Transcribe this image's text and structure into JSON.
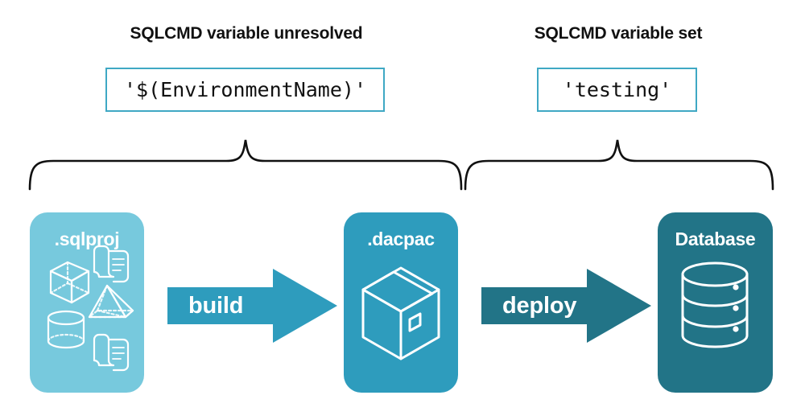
{
  "diagram": {
    "title_unresolved": "SQLCMD variable unresolved",
    "title_set": "SQLCMD variable set",
    "code_unresolved": "'$(EnvironmentName)'",
    "code_set": "'testing'",
    "cards": [
      {
        "label": ".sqlproj",
        "color": "#77C9DD",
        "icon": "project-shapes-icon"
      },
      {
        "label": ".dacpac",
        "color": "#2E9CBD",
        "icon": "package-box-icon"
      },
      {
        "label": "Database",
        "color": "#227487",
        "icon": "database-cylinder-icon"
      }
    ],
    "arrows": [
      {
        "label": "build",
        "color": "#2E9CBD"
      },
      {
        "label": "deploy",
        "color": "#227487"
      }
    ],
    "colors": {
      "light_teal": "#77C9DD",
      "mid_teal": "#2E9CBD",
      "dark_teal": "#227487",
      "border_teal": "#3FA8C4",
      "text": "#111111",
      "background": "#ffffff"
    }
  }
}
